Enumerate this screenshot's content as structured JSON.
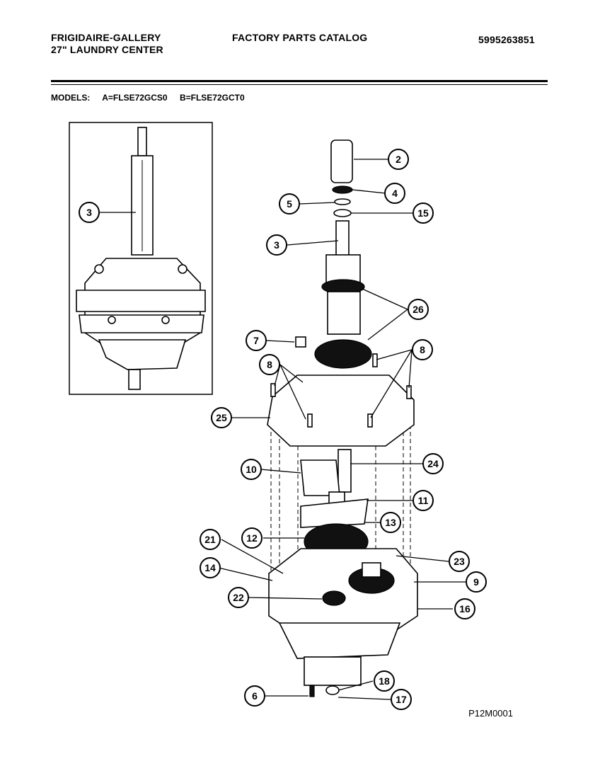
{
  "header": {
    "brand_line1": "FRIGIDAIRE-GALLERY",
    "brand_line2": "27\" LAUNDRY CENTER",
    "catalog_title": "FACTORY PARTS CATALOG",
    "part_number": "5995263851"
  },
  "models": {
    "label": "MODELS:",
    "model_a": "A=FLSE72GCS0",
    "model_b": "B=FLSE72GCT0"
  },
  "inset": {
    "callouts": [
      "3"
    ]
  },
  "main": {
    "callouts": [
      "2",
      "4",
      "5",
      "15",
      "3",
      "26",
      "7",
      "8",
      "8",
      "25",
      "10",
      "24",
      "11",
      "12",
      "13",
      "21",
      "23",
      "14",
      "9",
      "22",
      "16",
      "6",
      "18",
      "17"
    ]
  },
  "figure_code": "P12M0001"
}
